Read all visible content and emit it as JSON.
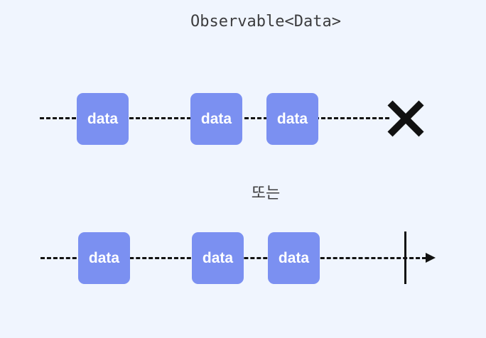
{
  "title": "Observable<Data>",
  "separator_text": "또는",
  "rows": [
    {
      "items": [
        "data",
        "data",
        "data"
      ],
      "terminal": "error-x"
    },
    {
      "items": [
        "data",
        "data",
        "data"
      ],
      "terminal": "complete-bar-arrow"
    }
  ],
  "colors": {
    "box": "#7b90f1",
    "line": "#111111",
    "background": "#f0f5fe"
  }
}
